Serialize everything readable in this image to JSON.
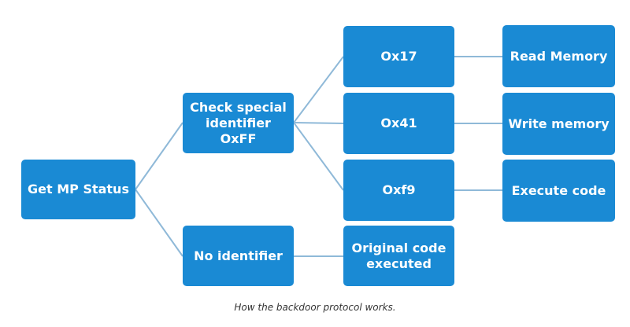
{
  "diagram": {
    "nodes": {
      "get_mp_status": "Get MP Status",
      "check_identifier": "Check special\nidentifier OxFF",
      "no_identifier": "No identifier",
      "op_0x17": "Ox17",
      "op_0x41": "Ox41",
      "op_0xf9": "Oxf9",
      "original_code": "Original code\nexecuted",
      "read_memory": "Read Memory",
      "write_memory": "Write memory",
      "execute_code": "Execute code"
    },
    "caption": "How the backdoor protocol works.",
    "colors": {
      "node_fill": "#1a8ad4",
      "node_text": "#ffffff",
      "connector": "#8fb9d8"
    }
  }
}
